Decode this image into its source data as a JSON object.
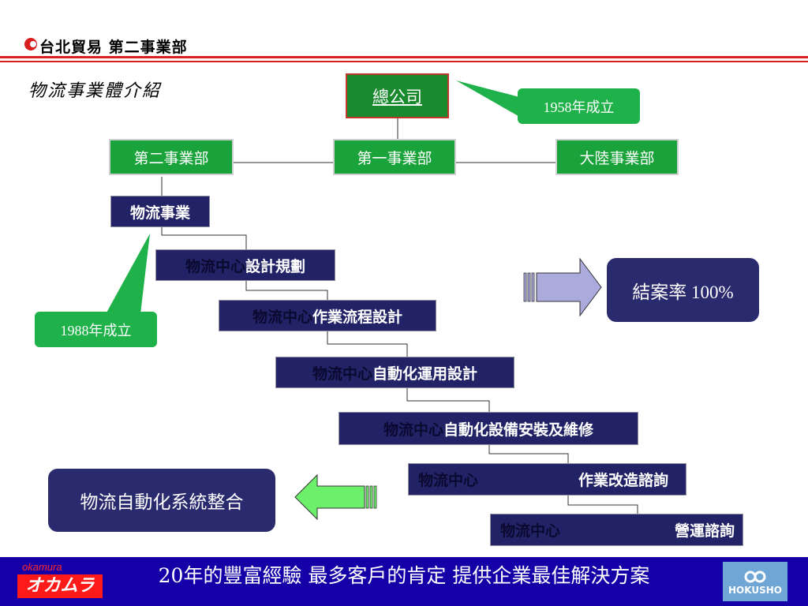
{
  "header": {
    "title": "台北貿易  第二事業部"
  },
  "subtitle": "物流事業體介紹",
  "org": {
    "hq": "總公司",
    "div2": "第二事業部",
    "div1": "第一事業部",
    "china": "大陸事業部",
    "logistics": "物流事業"
  },
  "callouts": {
    "hq_founded": "1958年成立",
    "logistics_founded": "1988年成立"
  },
  "steps": [
    {
      "prefix": "物流中心",
      "suffix": "設計規劃"
    },
    {
      "prefix": "物流中心",
      "suffix": "作業流程設計"
    },
    {
      "prefix": "物流中心",
      "suffix": "自動化運用設計"
    },
    {
      "prefix": "物流中心",
      "suffix": "自動化設備安裝及維修"
    },
    {
      "prefix": "物流中心",
      "suffix": "作業改造諮詢"
    },
    {
      "prefix": "物流中心",
      "suffix": "營運諮詢"
    }
  ],
  "results": {
    "success_rate": "結案率 100%",
    "integration": "物流自動化系統整合"
  },
  "footer": {
    "slogan": "20年的豐富經驗 最多客戶的肯定 提供企業最佳解決方案",
    "left_logo_top": "okamura",
    "left_logo_main": "オカムラ",
    "right_logo": "HOKUSHO"
  },
  "colors": {
    "accent_red": "#d81e1e",
    "footer_blue": "#1500a8",
    "box_green": "#1aa33a",
    "box_navy": "#222266"
  }
}
